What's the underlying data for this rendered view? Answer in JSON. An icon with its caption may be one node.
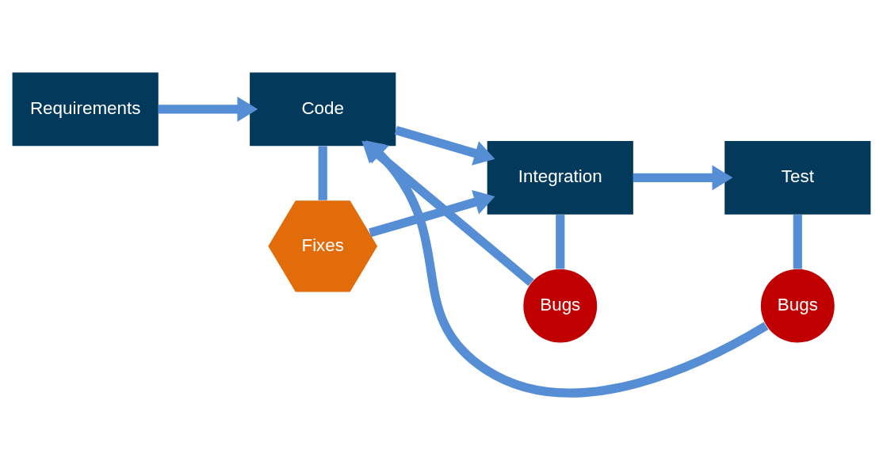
{
  "diagram": {
    "nodes": [
      {
        "text": [
          "Requirements"
        ]
      },
      {
        "text": [
          "Code"
        ]
      },
      {
        "text": [
          "Fixes"
        ]
      },
      {
        "text": [
          "Integration"
        ]
      },
      {
        "text": [
          "Test"
        ]
      },
      {
        "text": [
          "Bugs"
        ]
      },
      {
        "text": [
          "Bugs"
        ]
      }
    ],
    "edges": [
      {
        "from": 0,
        "to": 1,
        "arrow": "to"
      },
      {
        "from": 1,
        "to": 2,
        "arrow": "none"
      },
      {
        "from": 2,
        "to": 3,
        "arrow": "to"
      },
      {
        "from": 1,
        "to": 3,
        "arrow": "to"
      },
      {
        "from": 3,
        "to": 4,
        "arrow": "to"
      },
      {
        "from": 3,
        "to": 5,
        "arrow": "none"
      },
      {
        "from": 5,
        "to": 1,
        "arrow": "to"
      },
      {
        "from": 4,
        "to": 6,
        "arrow": "none"
      },
      {
        "from": 6,
        "to": 1,
        "arrow": "to"
      }
    ]
  }
}
